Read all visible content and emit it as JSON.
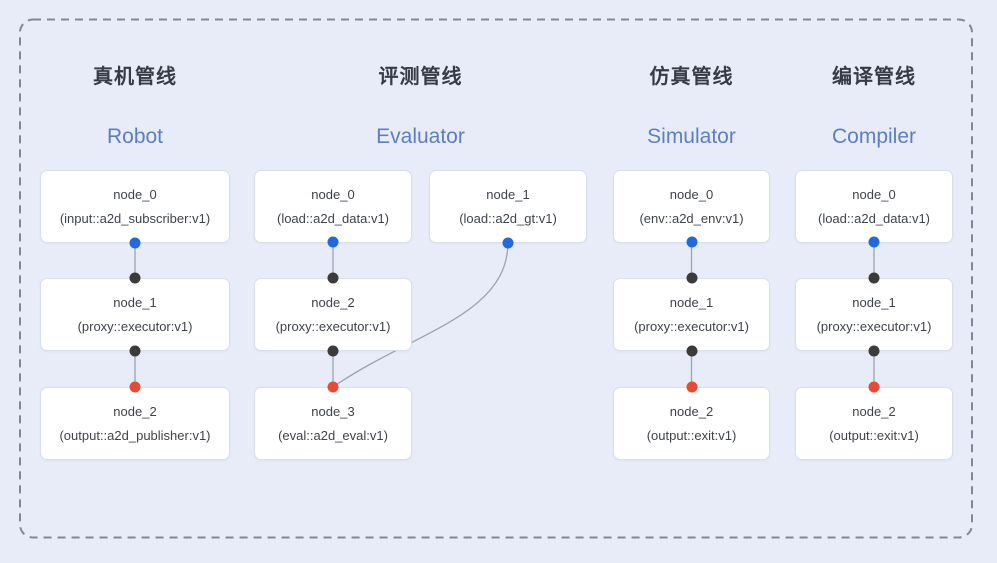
{
  "diagram": {
    "pipelines": [
      {
        "title_zh": "真机管线",
        "title_en": "Robot",
        "nodes": [
          {
            "name": "node_0",
            "type": "(input::a2d_subscriber:v1)"
          },
          {
            "name": "node_1",
            "type": "(proxy::executor:v1)"
          },
          {
            "name": "node_2",
            "type": "(output::a2d_publisher:v1)"
          }
        ]
      },
      {
        "title_zh": "评测管线",
        "title_en": "Evaluator",
        "nodes": [
          {
            "name": "node_0",
            "type": "(load::a2d_data:v1)"
          },
          {
            "name": "node_1",
            "type": "(load::a2d_gt:v1)"
          },
          {
            "name": "node_2",
            "type": "(proxy::executor:v1)"
          },
          {
            "name": "node_3",
            "type": "(eval::a2d_eval:v1)"
          }
        ]
      },
      {
        "title_zh": "仿真管线",
        "title_en": "Simulator",
        "nodes": [
          {
            "name": "node_0",
            "type": "(env::a2d_env:v1)"
          },
          {
            "name": "node_1",
            "type": "(proxy::executor:v1)"
          },
          {
            "name": "node_2",
            "type": "(output::exit:v1)"
          }
        ]
      },
      {
        "title_zh": "编译管线",
        "title_en": "Compiler",
        "nodes": [
          {
            "name": "node_0",
            "type": "(load::a2d_data:v1)"
          },
          {
            "name": "node_1",
            "type": "(proxy::executor:v1)"
          },
          {
            "name": "node_2",
            "type": "(output::exit:v1)"
          }
        ]
      }
    ],
    "colors": {
      "background": "#e7ecf8",
      "border_dash": "#83878f",
      "node_bg": "#ffffff",
      "node_border": "#d9dee8",
      "node_text": "#3f434b",
      "title_zh": "#363b45",
      "title_en": "#5b7ec9",
      "edge": "#9aa3b2",
      "port_blue": "#2268e0",
      "port_black": "#3b3b3b",
      "port_red": "#e94a33"
    }
  }
}
